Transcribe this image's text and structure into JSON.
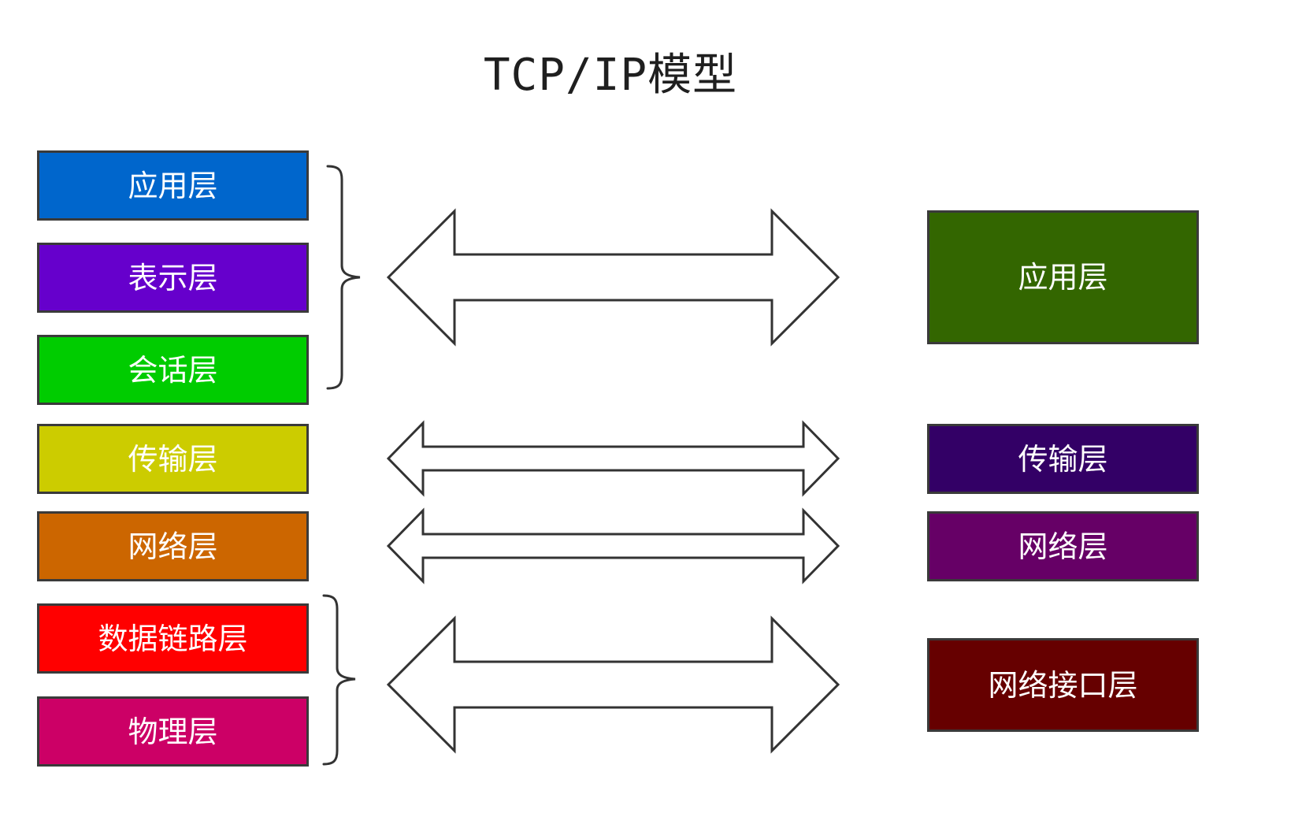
{
  "title": "TCP/IP模型",
  "osi_layers": [
    {
      "label": "应用层",
      "color": "#0066cc"
    },
    {
      "label": "表示层",
      "color": "#6600cc"
    },
    {
      "label": "会话层",
      "color": "#00cc00"
    },
    {
      "label": "传输层",
      "color": "#cccc00"
    },
    {
      "label": "网络层",
      "color": "#cc6600"
    },
    {
      "label": "数据链路层",
      "color": "#ff0000"
    },
    {
      "label": "物理层",
      "color": "#cc0066"
    }
  ],
  "tcpip_layers": [
    {
      "label": "应用层",
      "color": "#336600"
    },
    {
      "label": "传输层",
      "color": "#330066"
    },
    {
      "label": "网络层",
      "color": "#660066"
    },
    {
      "label": "网络接口层",
      "color": "#660000"
    }
  ]
}
